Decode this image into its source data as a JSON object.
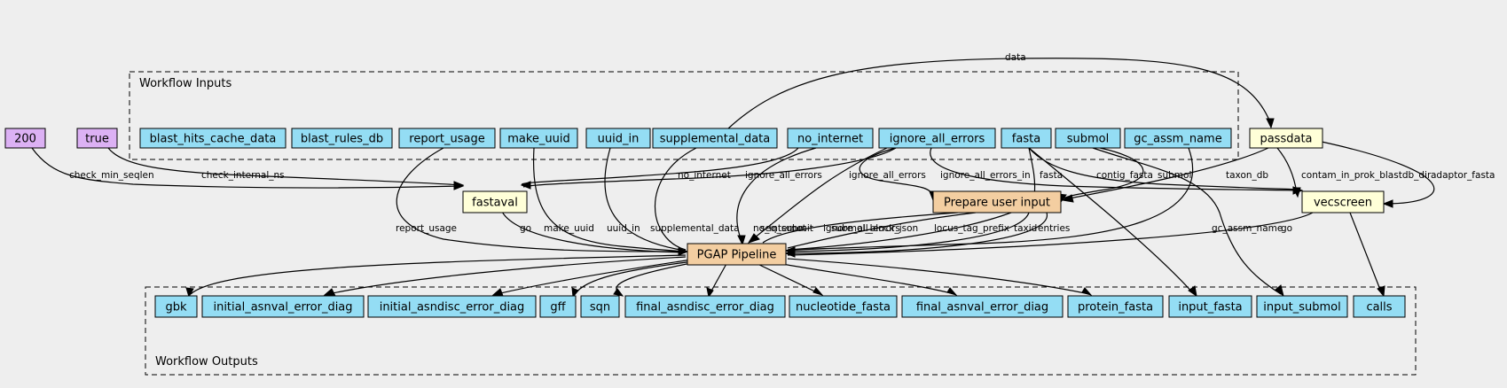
{
  "clusters": {
    "inputs": "Workflow Inputs",
    "outputs": "Workflow Outputs"
  },
  "colors": {
    "input": "#94ddf4",
    "output": "#94ddf4",
    "constant": "#dcb1f4",
    "step": "#f3cea1",
    "tool": "#ffffd8",
    "background": "#eeeeee"
  },
  "nodes": {
    "const_200": "200",
    "const_true": "true",
    "blast_hits_cache_data": "blast_hits_cache_data",
    "blast_rules_db": "blast_rules_db",
    "report_usage": "report_usage",
    "make_uuid": "make_uuid",
    "uuid_in": "uuid_in",
    "supplemental_data": "supplemental_data",
    "no_internet": "no_internet",
    "ignore_all_errors": "ignore_all_errors",
    "fasta": "fasta",
    "submol": "submol",
    "gc_assm_name": "gc_assm_name",
    "passdata": "passdata",
    "fastaval": "fastaval",
    "prepare_user_input": "Prepare user input",
    "vecscreen": "vecscreen",
    "pgap_pipeline": "PGAP Pipeline",
    "out_gbk": "gbk",
    "out_initial_asnval_error_diag": "initial_asnval_error_diag",
    "out_initial_asndisc_error_diag": "initial_asndisc_error_diag",
    "out_gff": "gff",
    "out_sqn": "sqn",
    "out_final_asndisc_error_diag": "final_asndisc_error_diag",
    "out_nucleotide_fasta": "nucleotide_fasta",
    "out_final_asnval_error_diag": "final_asnval_error_diag",
    "out_protein_fasta": "protein_fasta",
    "out_input_fasta": "input_fasta",
    "out_input_submol": "input_submol",
    "out_calls": "calls"
  },
  "edge_labels": {
    "data": "data",
    "check_min_seqlen": "check_min_seqlen",
    "check_internal_ns": "check_internal_ns",
    "no_internet_fastaval": "no_internet",
    "ignore_all_errors_fastaval": "ignore_all_errors",
    "ignore_all_errors_prepare": "ignore_all_errors",
    "ignore_all_errors_in": "ignore_all_errors_in",
    "fasta_prepare": "fasta",
    "contig_fasta": "contig_fasta",
    "submol_prepare": "submol",
    "taxon_db": "taxon_db",
    "contam_in_prok_blastdb_dir": "contam_in_prok_blastdb_dir",
    "adaptor_fasta": "adaptor_fasta",
    "report_usage": "report_usage",
    "make_uuid": "make_uuid",
    "uuid_in": "uuid_in",
    "supplemental_data": "supplemental_data",
    "no_internet_pgap": "no_internet",
    "ignore_all_errors_pgap": "ignore_all_errors",
    "gc_assm_name": "gc_assm_name",
    "go_fastaval": "go",
    "seq_submit": "seq_submit",
    "submol_block_json": "submol_block_json",
    "locus_tag_prefix": "locus_tag_prefix",
    "taxid": "taxid",
    "entries": "entries",
    "go_vecscreen": "go"
  }
}
